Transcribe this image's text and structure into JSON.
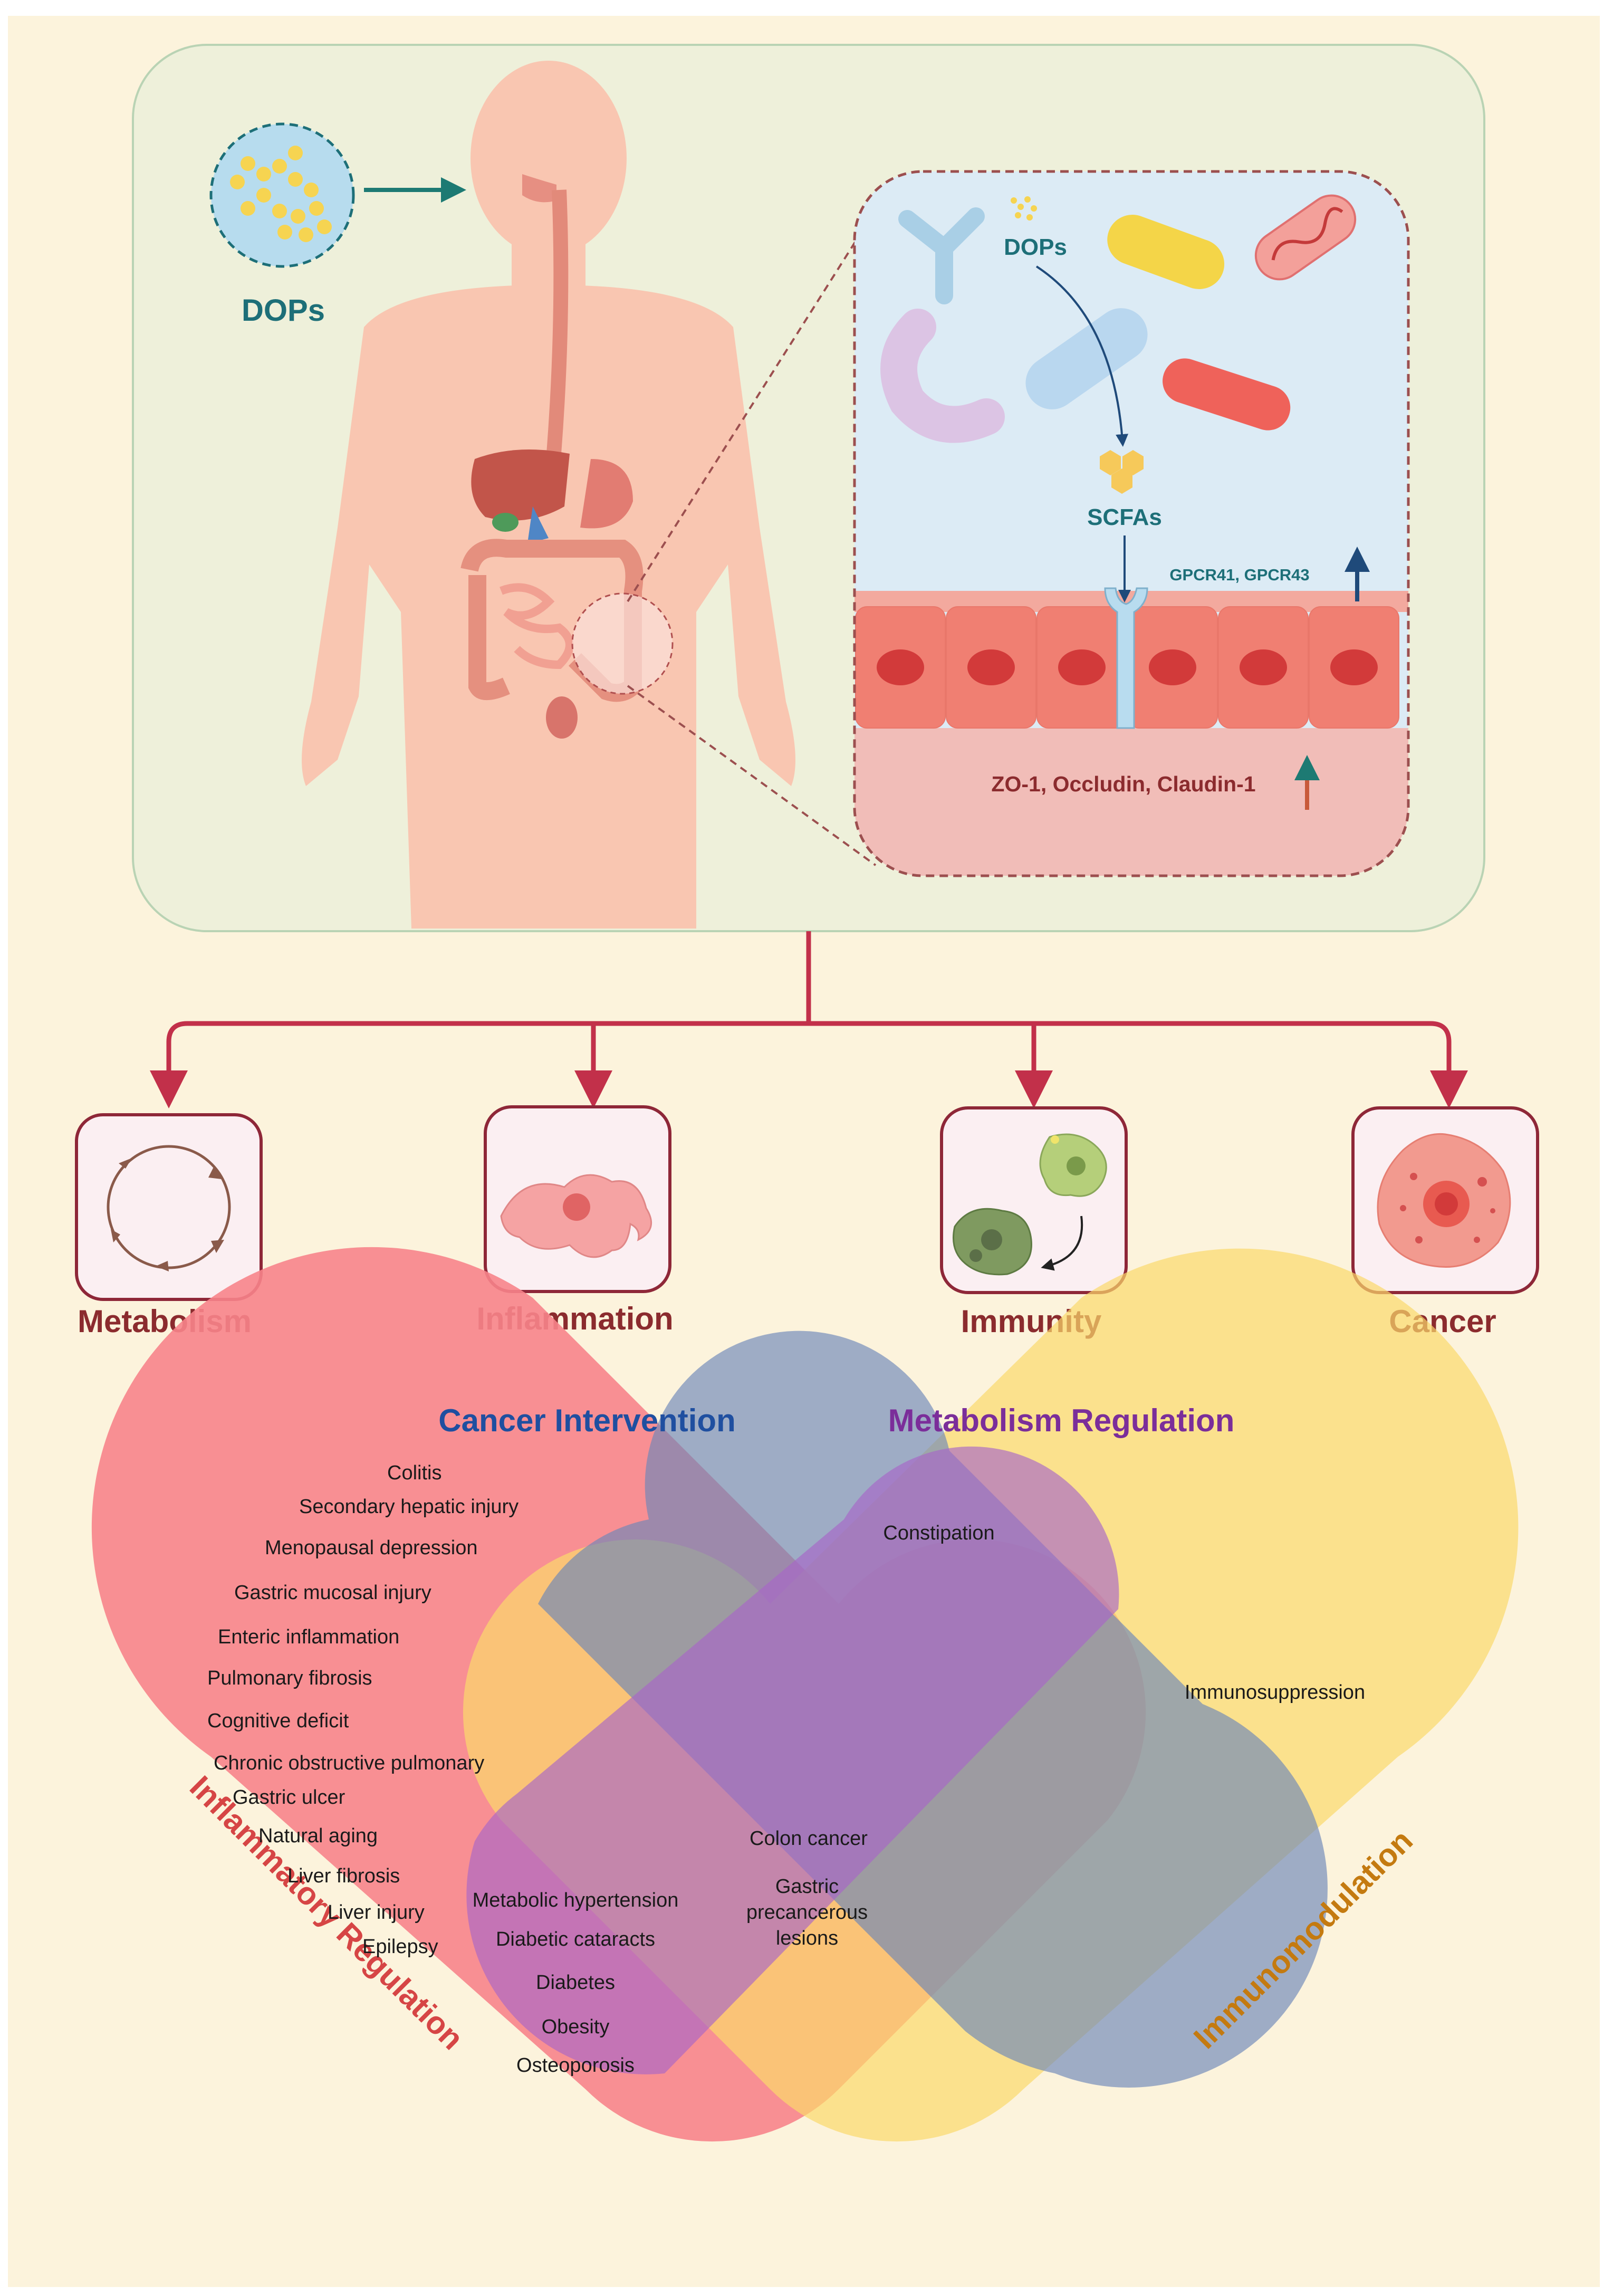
{
  "colors": {
    "page_bg": "#fcf3dc",
    "top_panel_bg": "#eef0da",
    "top_panel_border": "#b9d3b4",
    "body_fill": "#f9c6b1",
    "lumen_bg": "#dcebf5",
    "tissue_bg": "#f1bdb8",
    "cell_fill": "#f07f72",
    "connector_red": "#c2304a",
    "teal_text": "#1d6f78",
    "dark_red_text": "#8b2b2e",
    "venn_red": "#f7848b",
    "venn_blue": "#7a8fbd",
    "venn_purple": "#b978c8",
    "venn_yellow": "#fbd96b",
    "cancer_title": "#1f4fa0",
    "metabolism_title": "#7b2e9a",
    "inflammatory_title": "#d64545",
    "immuno_title": "#c47a10"
  },
  "top": {
    "dops_label": "DOPs",
    "inset": {
      "dops_label": "DOPs",
      "scfas_label": "SCFAs",
      "gpcr_label": "GPCR41, GPCR43",
      "tight_junction_label": "ZO-1, Occludin, Claudin-1"
    }
  },
  "categories": [
    {
      "id": "metabolism",
      "label": "Metabolism",
      "icon": "cycle-arrows-icon"
    },
    {
      "id": "inflammation",
      "label": "Inflammation",
      "icon": "inflamed-cell-icon"
    },
    {
      "id": "immunity",
      "label": "Immunity",
      "icon": "immune-cells-icon"
    },
    {
      "id": "cancer",
      "label": "Cancer",
      "icon": "cancer-cell-icon"
    }
  ],
  "venn": {
    "titles": {
      "cancer": "Cancer Intervention",
      "metabolism": "Metabolism Regulation",
      "inflammatory": "Inflammatory Regulation",
      "immuno": "Immunomodulation"
    },
    "inflammatory_only": [
      "Colitis",
      "Secondary hepatic injury",
      "Menopausal depression",
      "Gastric mucosal injury",
      "Enteric inflammation",
      "Pulmonary fibrosis",
      "Cognitive deficit",
      "Chronic obstructive pulmonary",
      "Gastric ulcer",
      "Natural aging",
      "Liver fibrosis",
      "Liver injury",
      "Epilepsy"
    ],
    "metabolism_only": [
      "Constipation"
    ],
    "immuno_only": [
      "Immunosuppression"
    ],
    "inflammatory_metabolism": [
      "Metabolic hypertension",
      "Diabetic cataracts",
      "Diabetes",
      "Obesity",
      "Osteoporosis"
    ],
    "cancer_center": {
      "item1": "Colon cancer",
      "item2_line1": "Gastric",
      "item2_line2": "precancerous",
      "item2_line3": "lesions"
    }
  }
}
